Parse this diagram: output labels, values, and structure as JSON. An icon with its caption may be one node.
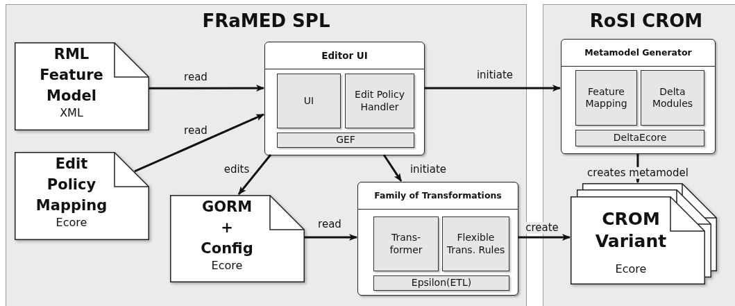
{
  "diagram": {
    "nodes": [
      {
        "text": [
          "FRaMED SPL"
        ]
      },
      {
        "text": [
          "RML Feature Model",
          "XML"
        ],
        "in": 0
      },
      {
        "text": [
          "Editor UI"
        ],
        "in": 0
      },
      {
        "text": [
          "UI"
        ],
        "in": 2
      },
      {
        "text": [
          "Edit Policy Handler"
        ],
        "in": 2
      },
      {
        "text": [
          "GEF"
        ],
        "in": 2
      },
      {
        "text": [
          "Edit Policy Mapping",
          "Ecore"
        ],
        "in": 0
      },
      {
        "text": [
          "GORM + Config",
          "Ecore"
        ],
        "in": 0
      },
      {
        "text": [
          "Family of Transformations"
        ],
        "in": 0
      },
      {
        "text": [
          "Trans- former"
        ],
        "in": 8
      },
      {
        "text": [
          "Flexible Trans. Rules"
        ],
        "in": 8
      },
      {
        "text": [
          "Epsilon(ETL)"
        ],
        "in": 8
      },
      {
        "text": [
          "RoSI CROM"
        ]
      },
      {
        "text": [
          "Metamodel Generator"
        ],
        "in": 12
      },
      {
        "text": [
          "Feature Mapping"
        ],
        "in": 13
      },
      {
        "text": [
          "Delta Modules"
        ],
        "in": 13
      },
      {
        "text": [
          "DeltaEcore"
        ],
        "in": 13
      },
      {
        "text": [
          "CROM Variant",
          "Ecore"
        ],
        "in": 12
      }
    ],
    "edges": [
      {
        "from": 1,
        "to": 2,
        "arrow": "to",
        "label": "read"
      },
      {
        "from": 6,
        "to": 2,
        "arrow": "to",
        "label": "read"
      },
      {
        "from": 2,
        "to": 7,
        "arrow": "to",
        "label": "edits"
      },
      {
        "from": 2,
        "to": 8,
        "arrow": "to",
        "label": "initiate"
      },
      {
        "from": 7,
        "to": 8,
        "arrow": "to",
        "label": "read"
      },
      {
        "from": 2,
        "to": 13,
        "arrow": "to",
        "label": "initiate"
      },
      {
        "from": 13,
        "to": 17,
        "arrow": "to",
        "label": "creates metamodel"
      },
      {
        "from": 8,
        "to": 17,
        "arrow": "to",
        "label": "create"
      }
    ]
  }
}
